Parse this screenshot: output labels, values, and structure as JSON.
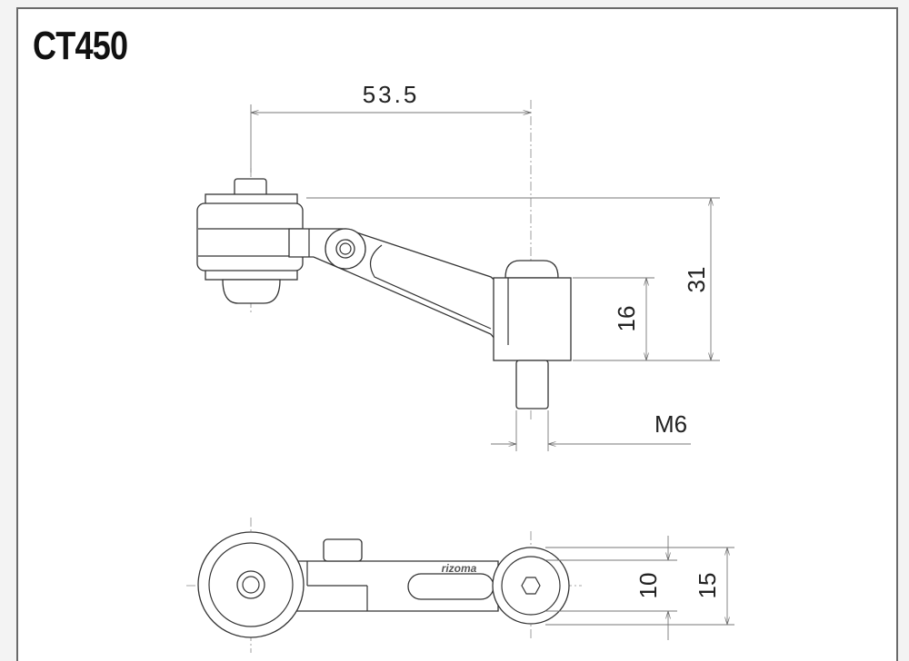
{
  "drawing": {
    "title": "CT450",
    "logo_text": "rizoma",
    "dimensions": {
      "width_center": "53.5",
      "total_height": "31",
      "post_height": "16",
      "thread": "M6",
      "inner_width": "10",
      "outer_width": "15"
    }
  }
}
